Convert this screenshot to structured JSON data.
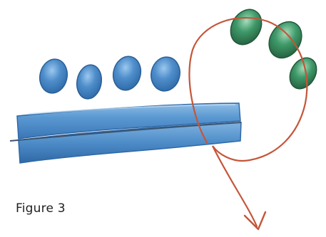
{
  "caption": "Figure 3",
  "colors": {
    "blue_fill": "#4f8ecb",
    "blue_dark": "#2e69a8",
    "blue_light": "#8fbde6",
    "green_fill": "#3f9a6a",
    "green_dark": "#2a6f4a",
    "green_light": "#8acfa6",
    "arrow": "#c4563a",
    "background": "#ffffff"
  },
  "elements": {
    "blue_ovals": 4,
    "green_ovals": 3,
    "bar_layers": 2
  },
  "icons": {
    "arrow": "curved-loop-arrow"
  }
}
